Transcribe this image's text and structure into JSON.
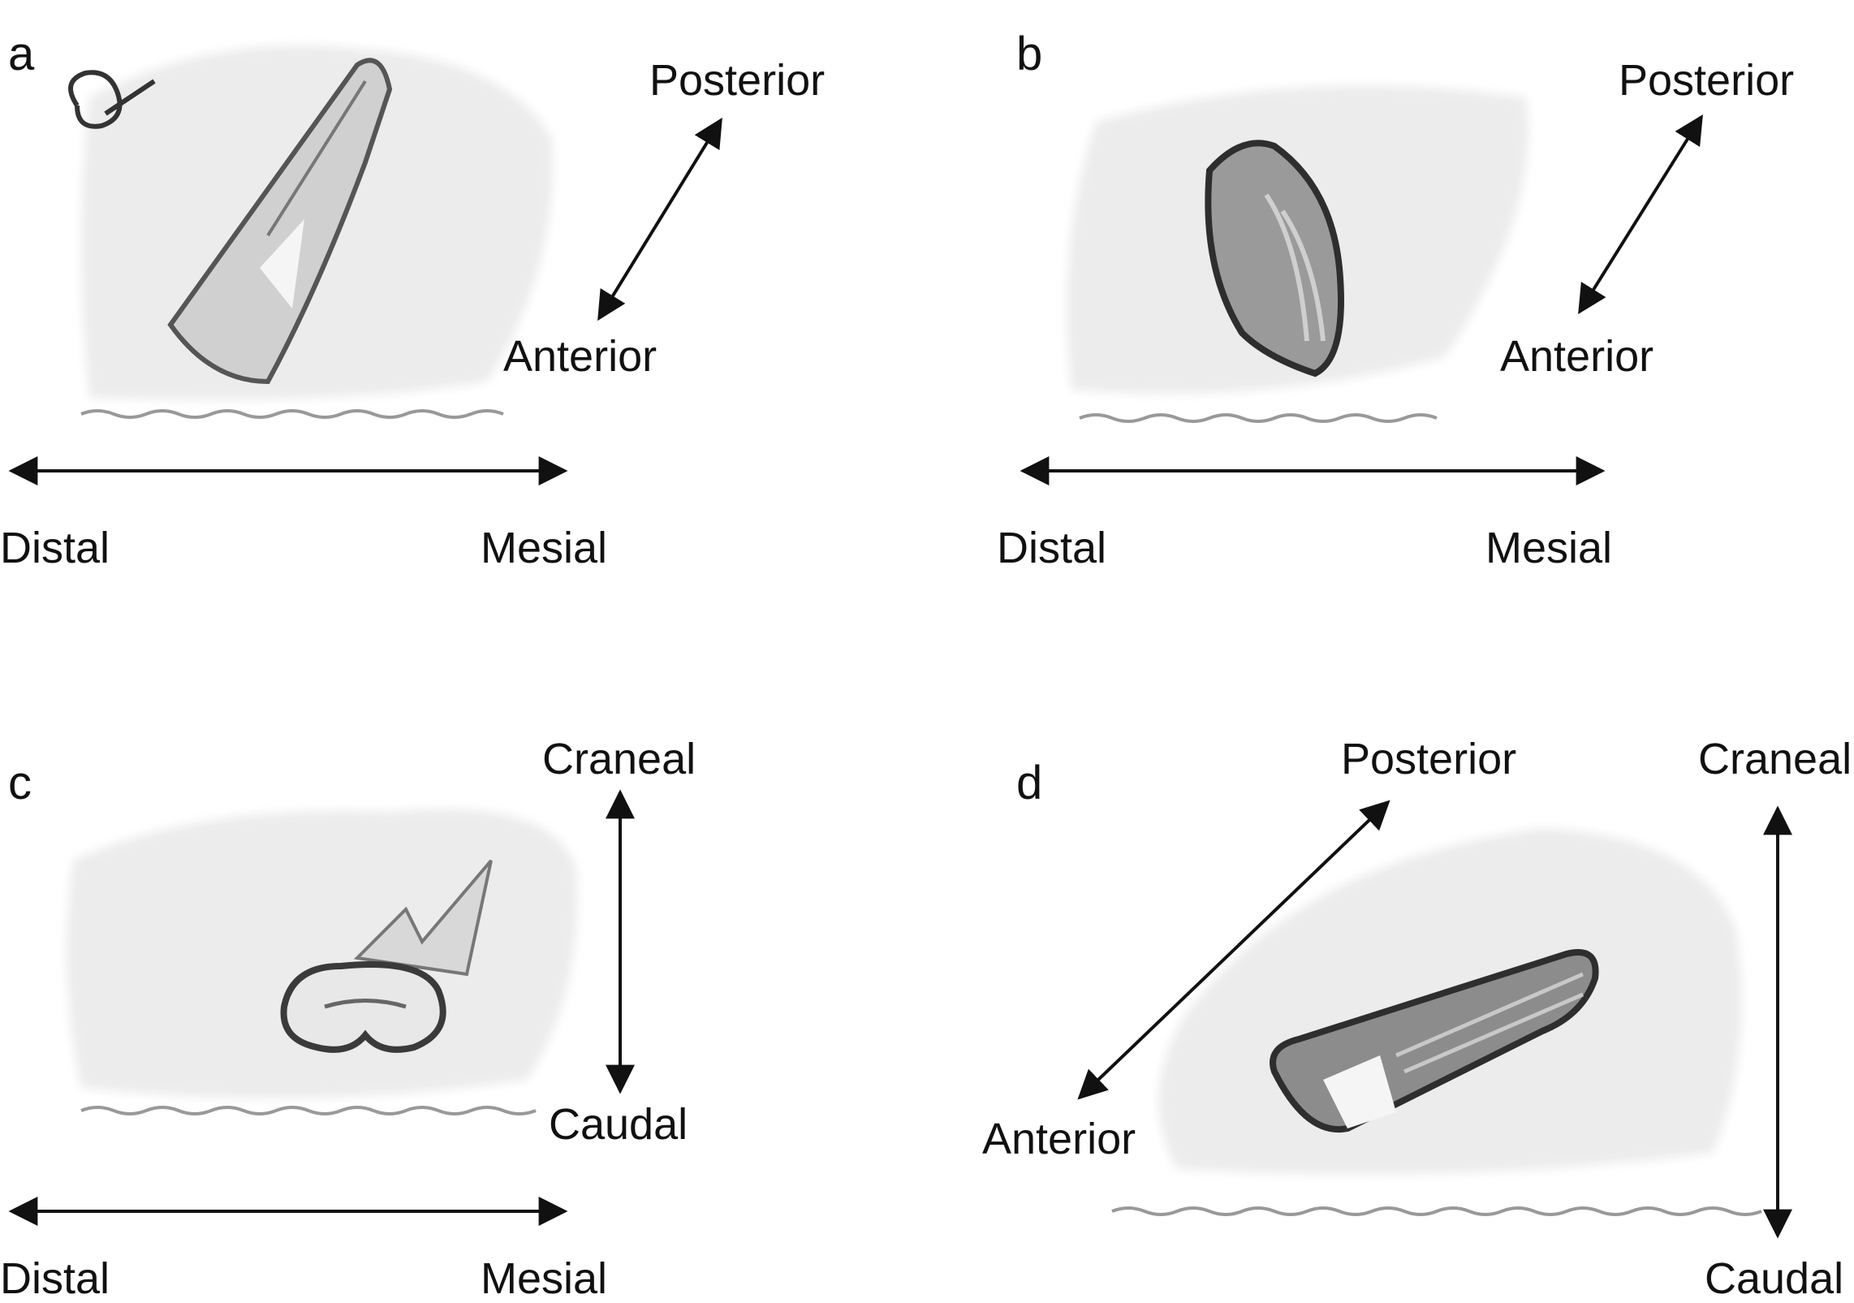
{
  "panels": {
    "a": {
      "letter": "a",
      "posterior": "Posterior",
      "anterior": "Anterior",
      "distal": "Distal",
      "mesial": "Mesial"
    },
    "b": {
      "letter": "b",
      "posterior": "Posterior",
      "anterior": "Anterior",
      "distal": "Distal",
      "mesial": "Mesial"
    },
    "c": {
      "letter": "c",
      "craneal": "Craneal",
      "caudal": "Caudal",
      "distal": "Distal",
      "mesial": "Mesial"
    },
    "d": {
      "letter": "d",
      "posterior": "Posterior",
      "anterior": "Anterior",
      "craneal": "Craneal",
      "caudal": "Caudal"
    }
  },
  "colors": {
    "ink": "#111111",
    "sketch_fill": "#e6e6e6",
    "sketch_line": "#7a7a7a",
    "tooth_dark": "#3a3a3a"
  }
}
